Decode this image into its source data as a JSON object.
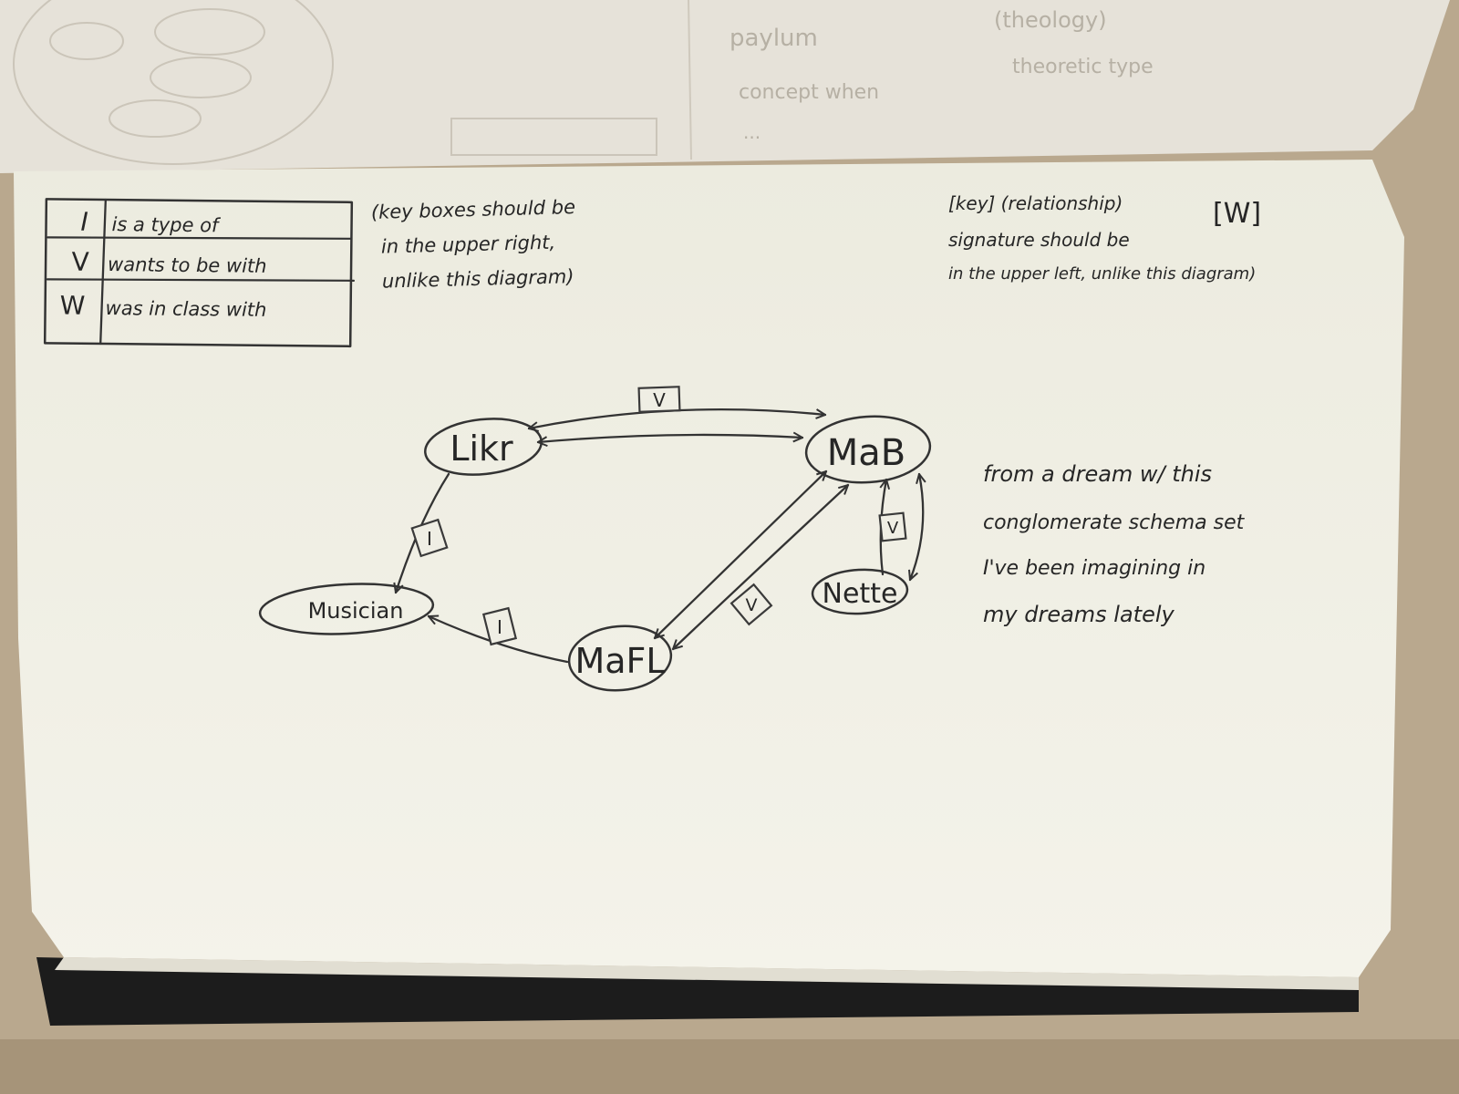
{
  "key": {
    "rows": [
      {
        "code": "I",
        "meaning": "is a type of"
      },
      {
        "code": "V",
        "meaning": "wants to be with"
      },
      {
        "code": "W",
        "meaning": "was in class with"
      }
    ]
  },
  "notes": {
    "key_box_note": [
      "(key boxes should be",
      "in the upper right,",
      "unlike this diagram)"
    ],
    "signature_note": [
      "[key] (relationship)",
      "signature should be",
      "in the upper left, unlike this diagram)"
    ],
    "signature_box_label": "[W]",
    "dream_note": [
      "from a dream w/ this",
      "conglomerate schema set",
      "I've been imagining in",
      "my dreams lately"
    ]
  },
  "diagram": {
    "nodes": [
      {
        "id": "likr",
        "label": "Likr"
      },
      {
        "id": "mab",
        "label": "MaB"
      },
      {
        "id": "musician",
        "label": "Musician"
      },
      {
        "id": "mafl",
        "label": "MaFL"
      },
      {
        "id": "nette",
        "label": "Nette"
      }
    ],
    "edges": [
      {
        "from": "likr",
        "to": "mab",
        "type": "V",
        "direction": "both"
      },
      {
        "from": "likr",
        "to": "musician",
        "type": "I",
        "direction": "forward"
      },
      {
        "from": "mafl",
        "to": "musician",
        "type": "I",
        "direction": "forward"
      },
      {
        "from": "mafl",
        "to": "mab",
        "type": "V",
        "direction": "both"
      },
      {
        "from": "nette",
        "to": "mab",
        "type": "V",
        "direction": "both"
      }
    ]
  },
  "colors": {
    "paper": "#f3f2e8",
    "ink": "#2a2a2a",
    "desk": "#b9a88e",
    "cover": "#1c1c1c"
  }
}
